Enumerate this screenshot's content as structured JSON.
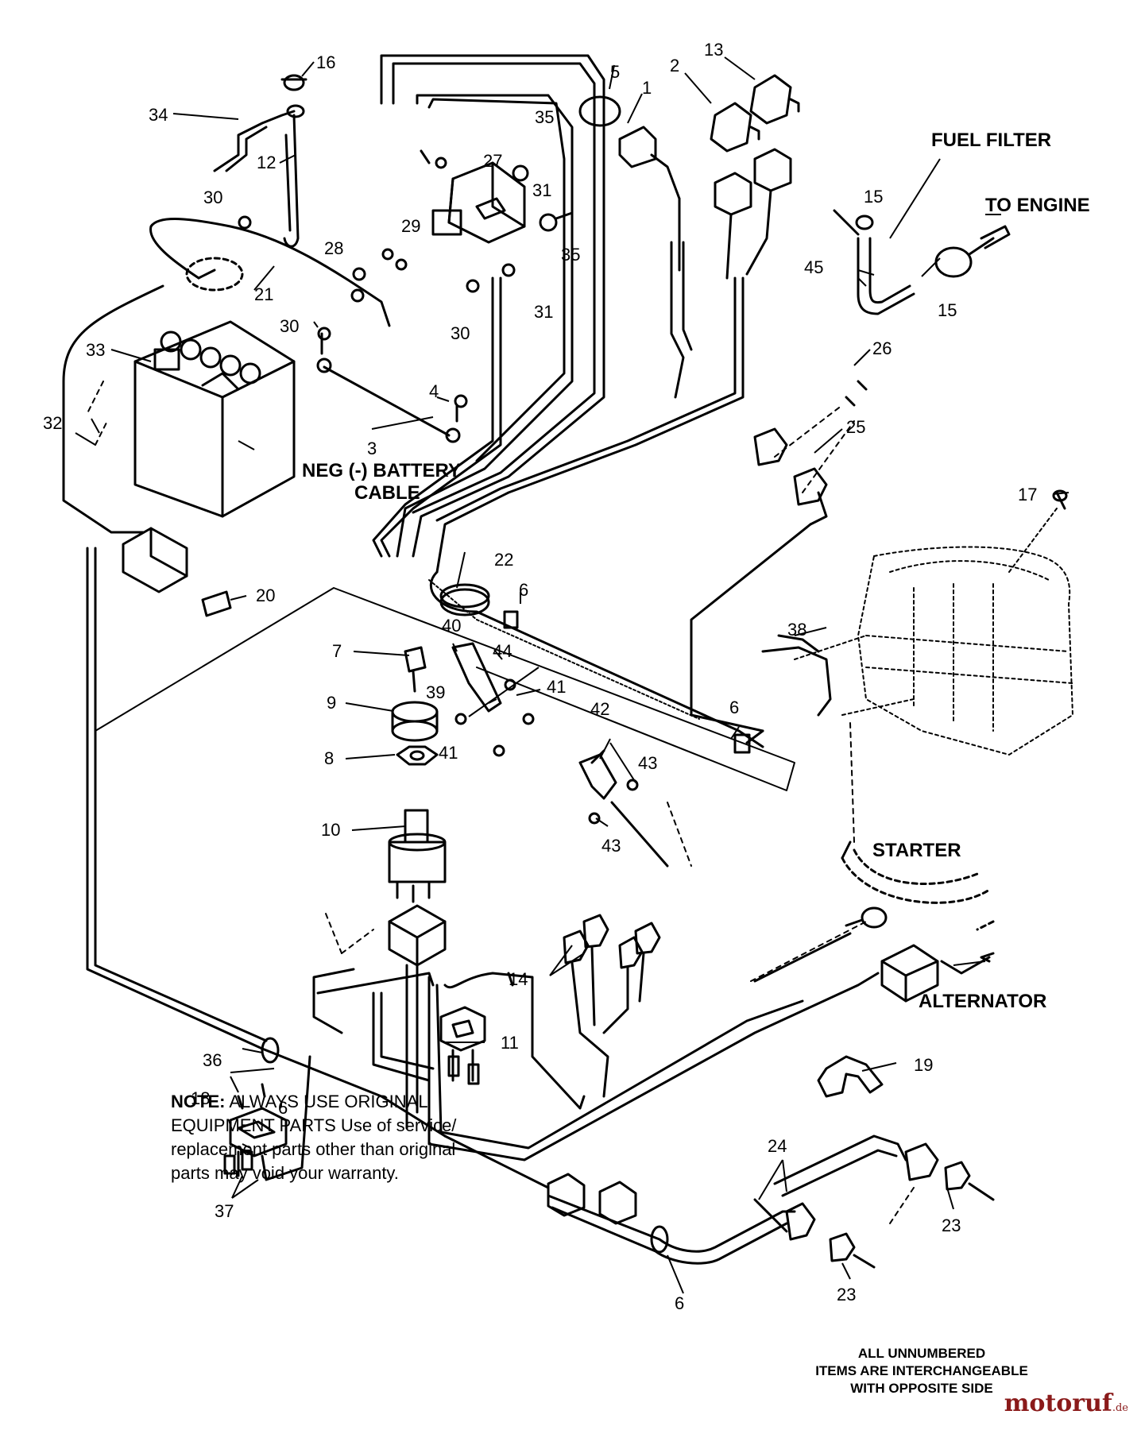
{
  "labels": {
    "fuel_filter": "FUEL FILTER",
    "to_engine": "TO ENGINE",
    "neg_battery_1": "NEG (-) BATTERY",
    "neg_battery_2": "CABLE",
    "starter": "STARTER",
    "alternator": "ALTERNATOR"
  },
  "callouts": {
    "c1": "1",
    "c2": "2",
    "c3": "3",
    "c4": "4",
    "c5": "5",
    "c6a": "6",
    "c6b": "6",
    "c6c": "6",
    "c6d": "6",
    "c7": "7",
    "c8": "8",
    "c9": "9",
    "c10": "10",
    "c11": "11",
    "c12": "12",
    "c13": "13",
    "c14": "14",
    "c15a": "15",
    "c15b": "15",
    "c16": "16",
    "c17": "17",
    "c18": "18",
    "c19": "19",
    "c20": "20",
    "c21": "21",
    "c22": "22",
    "c23a": "23",
    "c23b": "23",
    "c24": "24",
    "c25": "25",
    "c26": "26",
    "c27": "27",
    "c28": "28",
    "c29": "29",
    "c30a": "30",
    "c30b": "30",
    "c30c": "30",
    "c31a": "31",
    "c31b": "31",
    "c32": "32",
    "c33": "33",
    "c34": "34",
    "c35a": "35",
    "c35b": "35",
    "c36": "36",
    "c37": "37",
    "c38": "38",
    "c39": "39",
    "c40": "40",
    "c41a": "41",
    "c41b": "41",
    "c42": "42",
    "c43a": "43",
    "c43b": "43",
    "c44": "44",
    "c45": "45"
  },
  "note": {
    "lead": "NOTE:",
    "line1": " ALWAYS USE ORIGINAL",
    "line2": "EQUIPMENT PARTS Use of service/",
    "line3": "replacement parts other than original",
    "line4": "parts may void your warranty."
  },
  "footnote": {
    "line1": "ALL UNNUMBERED",
    "line2": "ITEMS ARE INTERCHANGEABLE",
    "line3": "WITH OPPOSITE SIDE"
  },
  "brand": {
    "name_a": "motoruf",
    "suffix": ".de"
  }
}
